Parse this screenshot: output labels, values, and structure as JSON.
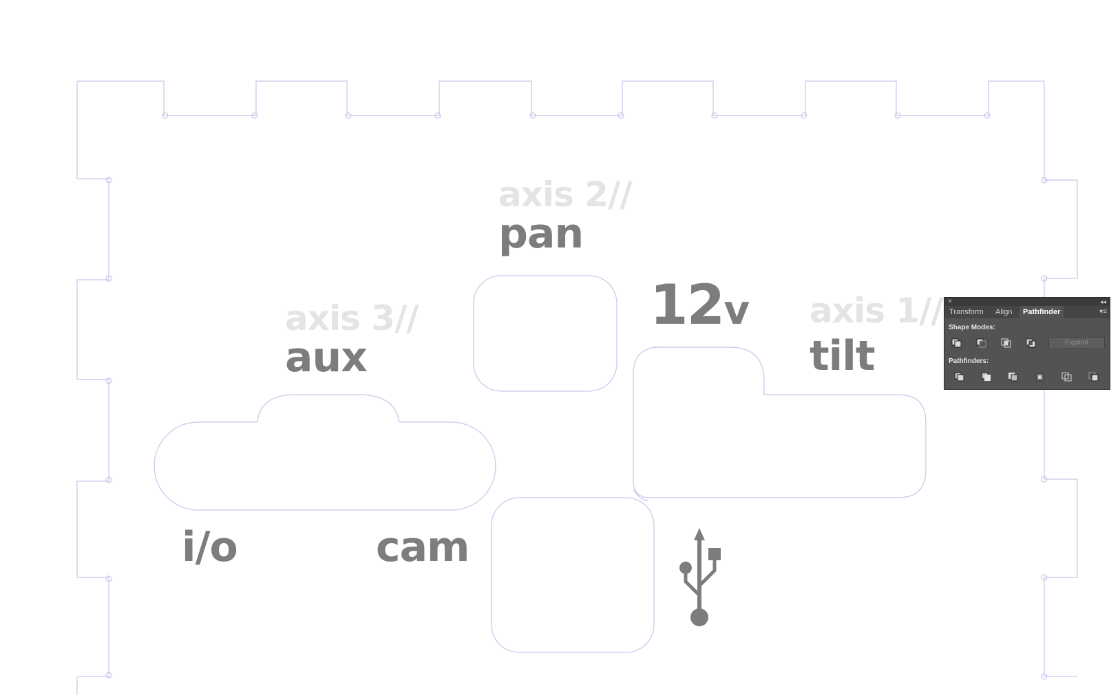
{
  "labels": {
    "axis2": "axis 2//",
    "pan": "pan",
    "axis3": "axis 3//",
    "aux": "aux",
    "twelve": "12",
    "v": "v",
    "axis1": "axis 1//",
    "tilt": "tilt",
    "io": "i/o",
    "cam": "cam"
  },
  "colors": {
    "outline": "#c9c6ea",
    "label_faint": "#e4e4e4",
    "label_strong": "#7d7d7d",
    "panel_bg": "#535353"
  },
  "pathfinder_panel": {
    "tabs": [
      "Transform",
      "Align",
      "Pathfinder"
    ],
    "active_tab": "Pathfinder",
    "shape_modes_label": "Shape Modes:",
    "pathfinders_label": "Pathfinders:",
    "expand_label": "Expand",
    "shape_mode_icons": [
      "unite-icon",
      "minus-front-icon",
      "intersect-icon",
      "exclude-icon"
    ],
    "pathfinder_icons": [
      "divide-icon",
      "trim-icon",
      "merge-icon",
      "crop-icon",
      "outline-icon",
      "minus-back-icon"
    ]
  }
}
